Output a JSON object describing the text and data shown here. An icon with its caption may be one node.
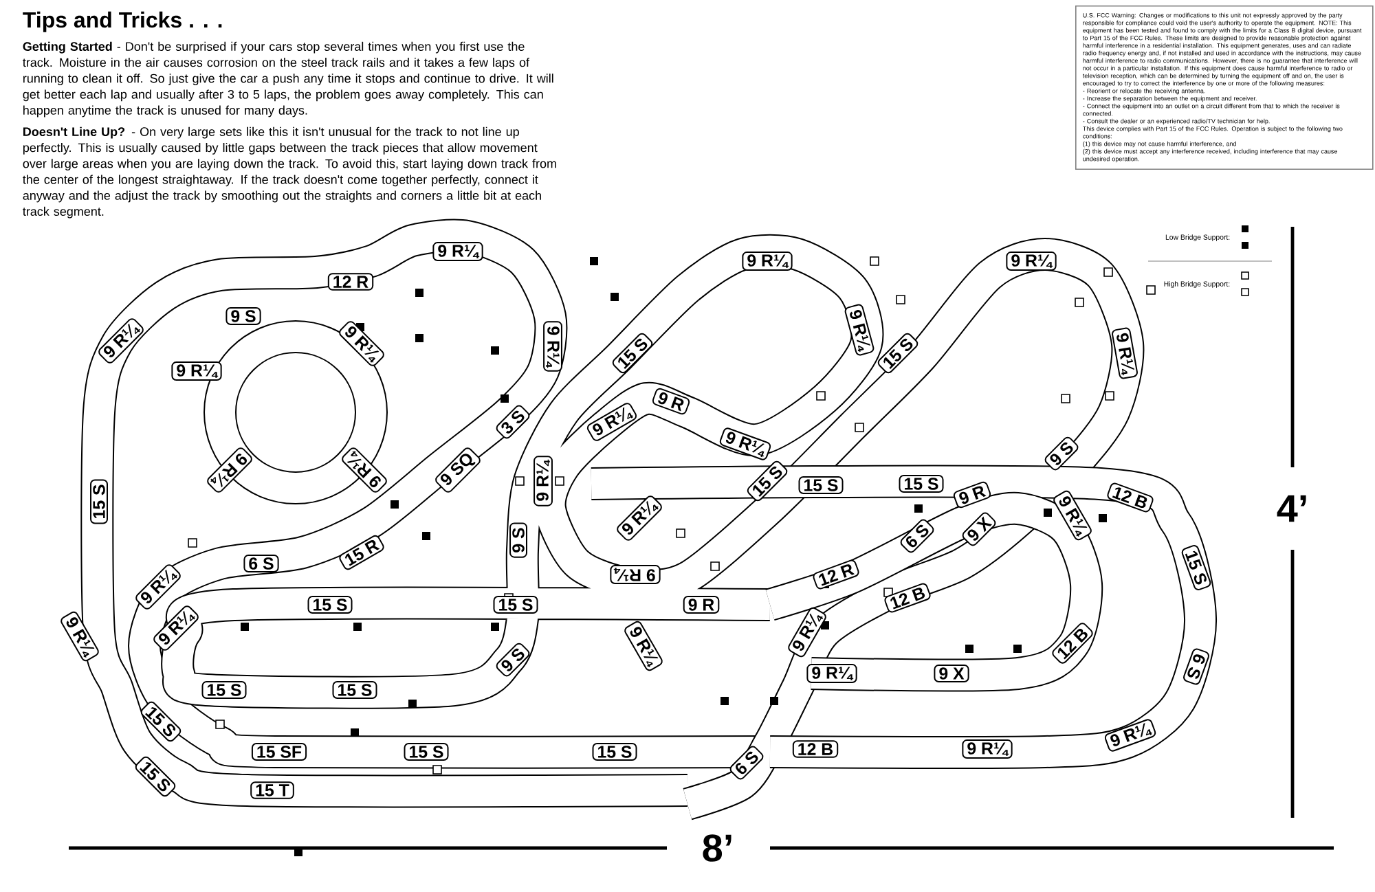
{
  "diagram": {
    "title": "Tips and Tricks . . .",
    "nodes": [
      {
        "text": [
          "U.S. FCC Warning: Changes or modifications to this unit not expressly approved by the party responsible for compliance could void the user's authority to operate the equipment. NOTE: This equipment has been tested and found to comply with the limits for a Class B digital device, pursuant to Part 15 of the FCC Rules. These limits are designed to provide reasonable protection against harmful interference in a residential installation. This equipment generates, uses and can radiate radio frequency energy and, if not installed and used in accordance with the instructions, may cause harmful interference to radio communications. However, there is no guarantee that interference will not occur in a particular installation. If this equipment does cause harmful interference to radio or television reception, which can be determined by turning the equipment off and on, the user is encouraged to try to correct the interference by one or more of the following measures:",
          "- Reorient or relocate the receiving antenna.",
          "- Increase the separation between the equipment and receiver.",
          "- Connect the equipment into an outlet on a circuit different from that to which the receiver is connected.",
          "- Consult the dealer or an experienced radio/TV technician for help.",
          "This device complies with Part 15 of the FCC Rules. Operation is subject to the following two conditions:",
          "(1) this device may not cause harmful interference, and",
          "(2) this device must accept any interference received, including interference that may cause undesired operation."
        ]
      },
      {
        "text": [
          "9 R¼"
        ]
      },
      {
        "text": [
          "9 R¼"
        ]
      },
      {
        "text": [
          "9 R¼"
        ]
      },
      {
        "text": [
          "12 R"
        ]
      },
      {
        "text": [
          "9 S"
        ]
      },
      {
        "text": [
          "9 R¼"
        ]
      },
      {
        "text": [
          "9 R¼"
        ]
      },
      {
        "text": [
          "9 R¼"
        ]
      },
      {
        "text": [
          "9 R¼"
        ]
      },
      {
        "text": [
          "15 S"
        ]
      },
      {
        "text": [
          "15 S"
        ]
      },
      {
        "text": [
          "9 R¼"
        ]
      },
      {
        "text": [
          "9 R¼"
        ]
      },
      {
        "text": [
          "9 R"
        ]
      },
      {
        "text": [
          "3 S"
        ]
      },
      {
        "text": [
          "9 R¼"
        ]
      },
      {
        "text": [
          "9 R¼"
        ]
      },
      {
        "text": [
          "9 R¼"
        ]
      },
      {
        "text": [
          "9 SQ"
        ]
      },
      {
        "text": [
          "9 R¼"
        ]
      },
      {
        "text": [
          "9 S"
        ]
      },
      {
        "text": [
          "15 S"
        ]
      },
      {
        "text": [
          "15 S"
        ]
      },
      {
        "text": [
          "15 S"
        ]
      },
      {
        "text": [
          "15 S"
        ]
      },
      {
        "text": [
          "9 R"
        ]
      },
      {
        "text": [
          "12 B"
        ]
      },
      {
        "text": [
          "9 R¼"
        ]
      },
      {
        "text": [
          "9 S"
        ]
      },
      {
        "text": [
          "9 R¼"
        ]
      },
      {
        "text": [
          "6 S"
        ]
      },
      {
        "text": [
          "9 X"
        ]
      },
      {
        "text": [
          "6 S"
        ]
      },
      {
        "text": [
          "15 R"
        ]
      },
      {
        "text": [
          "9 R¼"
        ]
      },
      {
        "text": [
          "12 R"
        ]
      },
      {
        "text": [
          "9 R¼"
        ]
      },
      {
        "text": [
          "15 S"
        ]
      },
      {
        "text": [
          "15 S"
        ]
      },
      {
        "text": [
          "15 S"
        ]
      },
      {
        "text": [
          "9 R"
        ]
      },
      {
        "text": [
          "12 B"
        ]
      },
      {
        "text": [
          "9 R¼"
        ]
      },
      {
        "text": [
          "9 R¼"
        ]
      },
      {
        "text": [
          "9 R¼"
        ]
      },
      {
        "text": [
          "9 R¼"
        ]
      },
      {
        "text": [
          "9 R¼"
        ]
      },
      {
        "text": [
          "12 B"
        ]
      },
      {
        "text": [
          "6 S"
        ]
      },
      {
        "text": [
          "15 S"
        ]
      },
      {
        "text": [
          "15 S"
        ]
      },
      {
        "text": [
          "9 S"
        ]
      },
      {
        "text": [
          "9 R¼"
        ]
      },
      {
        "text": [
          "9 X"
        ]
      },
      {
        "text": [
          "15 S"
        ]
      },
      {
        "text": [
          "15 SF"
        ]
      },
      {
        "text": [
          "15 S"
        ]
      },
      {
        "text": [
          "15 S"
        ]
      },
      {
        "text": [
          "12 B"
        ]
      },
      {
        "text": [
          "9 R¼"
        ]
      },
      {
        "text": [
          "9 R¼"
        ]
      },
      {
        "text": [
          "6 S"
        ]
      },
      {
        "text": [
          "15 S"
        ]
      },
      {
        "text": [
          "15 T"
        ]
      }
    ],
    "labels": [
      "**Getting Started** - Don't be surprised if your cars stop several times when you first use the track.  Moisture in the air causes corrosion on the steel track rails and it takes a few laps of running to clean it off.  So just give the car a push any time it stops and continue to drive.  It will get better each lap and usually after 3 to 5 laps, the problem goes away completely.  This can happen anytime the track is unused for many days.",
      "**Doesn't Line Up?** - On very large sets like this it isn't unusual for the track to not line up perfectly.  This is usually caused by little gaps between the track pieces that allow movement over large areas when you are laying down the track.  To avoid this, start laying down track from the center of the longest straightaway.  If the track doesn't come together perfectly, connect it anyway and the adjust the track by smoothing out the straights and corners a little bit at each track segment.",
      "4’",
      "8’"
    ],
    "legend": [
      {
        "text": "Low Bridge Support:"
      },
      {
        "text": "High Bridge Support:"
      }
    ]
  }
}
